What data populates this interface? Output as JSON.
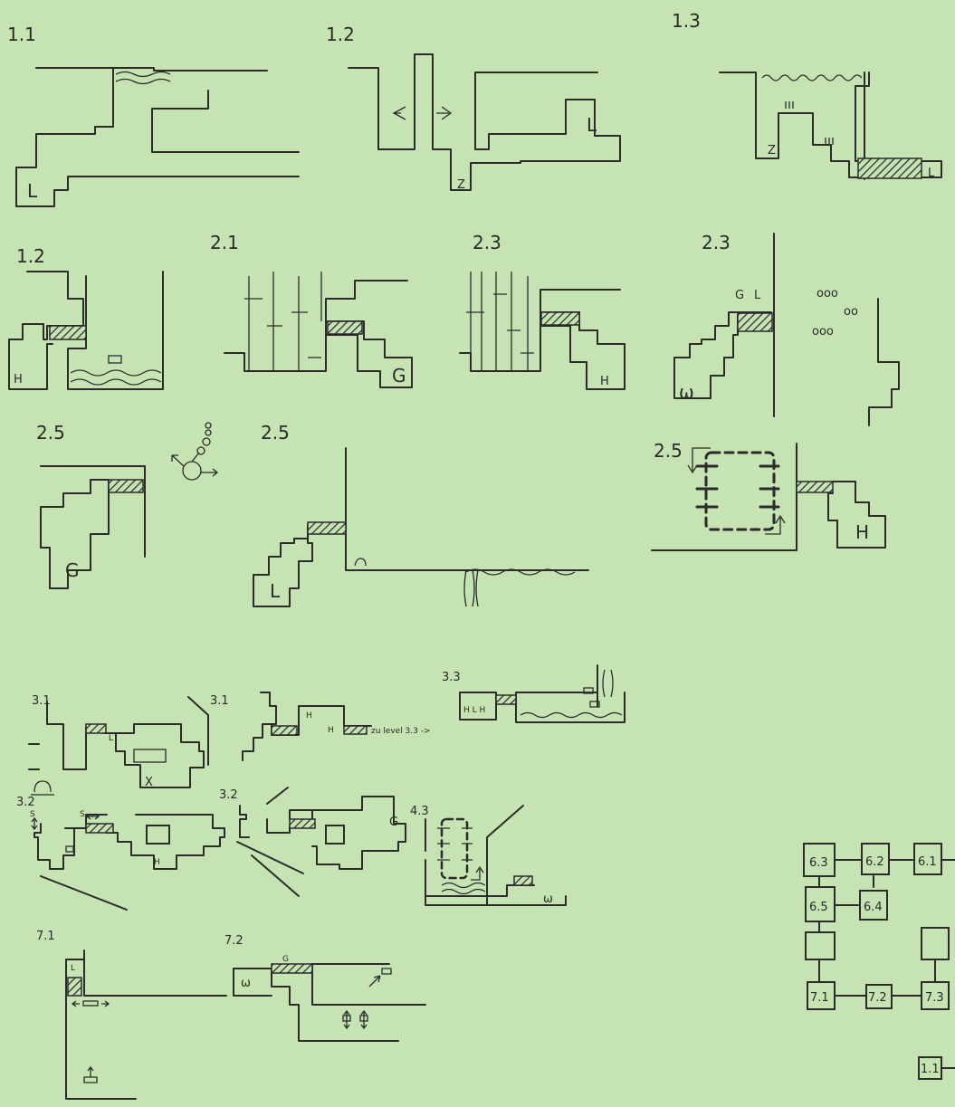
{
  "sketches": {
    "s11": {
      "label": "1.1",
      "letter_l": "L"
    },
    "s12a": {
      "label": "1.2",
      "letter_l": "L",
      "letter_z": "Z"
    },
    "s13": {
      "label": "1.3",
      "letter_z": "Z",
      "letter_l": "L"
    },
    "s12b": {
      "label": "1.2",
      "letter_h": "H"
    },
    "s21": {
      "label": "2.1",
      "letter_g": "G"
    },
    "s23a": {
      "label": "2.3",
      "letter_h": "H"
    },
    "s23b": {
      "label": "2.3",
      "letter_g": "G",
      "letter_l": "L",
      "letter_w": "ω",
      "dots1": "ooo",
      "dots2": "oo",
      "dots3": "ooo"
    },
    "s25a": {
      "label": "2.5",
      "letter_g": "G"
    },
    "s25b": {
      "label": "2.5",
      "letter_l": "L"
    },
    "s25c": {
      "label": "2.5",
      "letter_h": "H"
    },
    "s31a": {
      "label": "3.1",
      "letter_l": "L",
      "letter_x": "X"
    },
    "s31b": {
      "label": "3.1",
      "letter_h1": "H",
      "letter_h2": "H",
      "note": "zu level 3.3 ->"
    },
    "s33": {
      "label": "3.3",
      "letters": "H L H"
    },
    "s32a": {
      "label": "3.2",
      "letter_s1": "S",
      "letter_s2": "S",
      "letter_h": "H"
    },
    "s32b": {
      "label": "3.2",
      "letter_g": "G"
    },
    "s43": {
      "label": "4.3",
      "letter_w": "ω"
    },
    "s71": {
      "label": "7.1",
      "letter_l": "L"
    },
    "s72": {
      "label": "7.2",
      "letter_g": "G",
      "letter_w": "ω"
    }
  },
  "map": {
    "nodes": [
      "6.3",
      "6.2",
      "6.1",
      "6.5",
      "6.4",
      "",
      "",
      "7.1",
      "7.2",
      "7.3",
      "1.1"
    ]
  }
}
